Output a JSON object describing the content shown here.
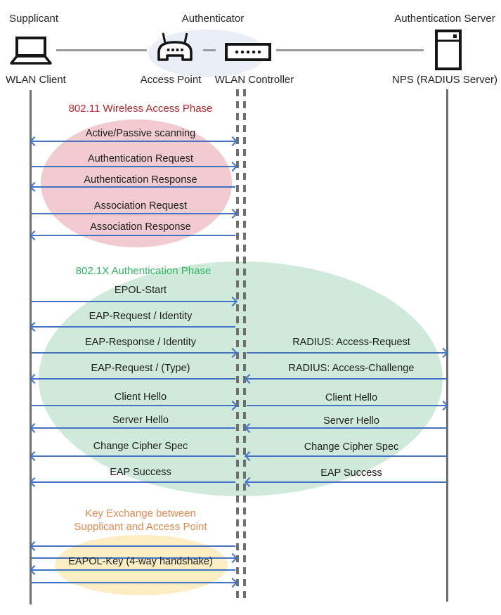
{
  "header": {
    "roles": {
      "supplicant": "Supplicant",
      "authenticator": "Authenticator",
      "auth_server": "Authentication Server"
    },
    "entities": {
      "wlan_client": "WLAN Client",
      "access_point": "Access Point",
      "wlan_controller": "WLAN Controller",
      "nps": "NPS (RADIUS Server)"
    },
    "icons": [
      "laptop-icon",
      "access-point-icon",
      "wlan-controller-icon",
      "server-icon"
    ]
  },
  "phases": {
    "wireless": {
      "title": "802.11 Wireless Access Phase",
      "color": "#b4262c",
      "ellipse_color": "#f2cbd0"
    },
    "dot1x": {
      "title": "802.1X Authentication Phase",
      "color": "#31b564",
      "ellipse_color": "#cfeadb"
    },
    "key_exchange": {
      "title_line1": "Key Exchange between",
      "title_line2": "Supplicant and Access Point",
      "color": "#e18a52",
      "ellipse_color": "#fdedc3"
    }
  },
  "messages": {
    "left": [
      {
        "label": "Active/Passive scanning",
        "dir": "both"
      },
      {
        "label": "Authentication Request",
        "dir": "right"
      },
      {
        "label": "Authentication Response",
        "dir": "left"
      },
      {
        "label": "Association Request",
        "dir": "right"
      },
      {
        "label": "Association Response",
        "dir": "left"
      },
      {
        "label": "EPOL-Start",
        "dir": "right"
      },
      {
        "label": "EAP-Request / Identity",
        "dir": "left"
      },
      {
        "label": "EAP-Response / Identity",
        "dir": "right"
      },
      {
        "label": "EAP-Request / (Type)",
        "dir": "left"
      },
      {
        "label": "Client Hello",
        "dir": "right"
      },
      {
        "label": "Server Hello",
        "dir": "left"
      },
      {
        "label": "Change Cipher Spec",
        "dir": "left"
      },
      {
        "label": "EAP Success",
        "dir": "left"
      },
      {
        "label": "",
        "dir": "left"
      },
      {
        "label": "",
        "dir": "right"
      },
      {
        "label": "EAPOL-Key (4-way handshake)",
        "dir": "left"
      },
      {
        "label": "",
        "dir": "right"
      }
    ],
    "right": [
      {
        "label": "RADIUS: Access-Request",
        "dir": "right"
      },
      {
        "label": "RADIUS: Access-Challenge",
        "dir": "left"
      },
      {
        "label": "Client Hello",
        "dir": "right"
      },
      {
        "label": "Server Hello",
        "dir": "left"
      },
      {
        "label": "Change Cipher Spec",
        "dir": "left"
      },
      {
        "label": "EAP Success",
        "dir": "left"
      }
    ]
  },
  "colors": {
    "arrow": "#4472c4",
    "lifeline": "#6f6f6f",
    "header_ellipse": "#eaeef7"
  }
}
